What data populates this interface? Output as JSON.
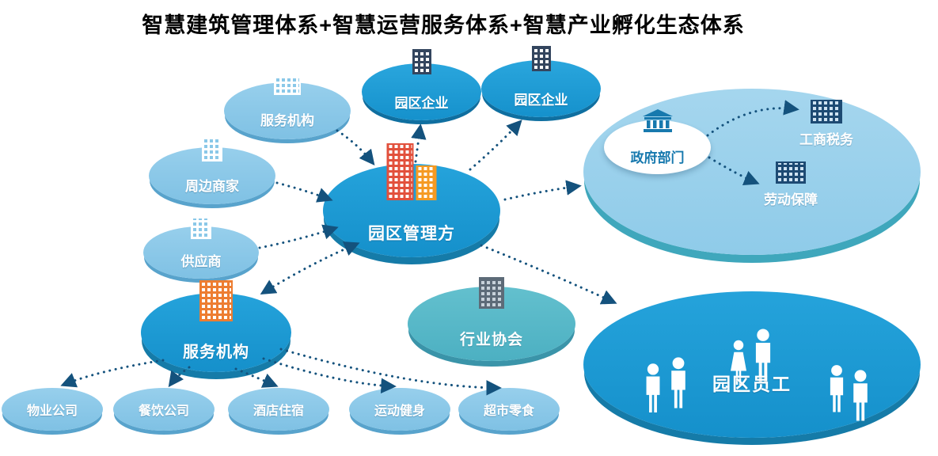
{
  "title": "智慧建筑管理体系+智慧运营服务体系+智慧产业孵化生态体系",
  "colors": {
    "primary_blue": "#1899d3",
    "primary_blue_dark": "#106f9f",
    "light_blue": "#8ac8e8",
    "light_blue_dark": "#58a3cc",
    "teal": "#58b9c8",
    "big_light_blue": "#9bd0ea",
    "arrow": "#14527d",
    "gov_text_blue": "#1779ae",
    "building_orange": "#ed7d31",
    "building_red": "#e2503c",
    "building_navy": "#33455e"
  },
  "nodes": {
    "service_org_top": {
      "label": "服务机构"
    },
    "merchants": {
      "label": "周边商家"
    },
    "suppliers": {
      "label": "供应商"
    },
    "park_enterprise_1": {
      "label": "园区企业"
    },
    "park_enterprise_2": {
      "label": "园区企业"
    },
    "management": {
      "label": "园区管理方"
    },
    "service_org_main": {
      "label": "服务机构"
    },
    "property": {
      "label": "物业公司"
    },
    "catering": {
      "label": "餐饮公司"
    },
    "hotel": {
      "label": "酒店住宿"
    },
    "fitness": {
      "label": "运动健身"
    },
    "supermarket": {
      "label": "超市零食"
    },
    "industry_association": {
      "label": "行业协会"
    },
    "government": {
      "label": "政府部门"
    },
    "tax_bureau": {
      "label": "工商税务"
    },
    "labor_security": {
      "label": "劳动保障"
    },
    "park_staff": {
      "label": "园区员工"
    }
  },
  "icons": {
    "building": "building-icon",
    "government": "bank-icon",
    "staff": "people-icon"
  }
}
